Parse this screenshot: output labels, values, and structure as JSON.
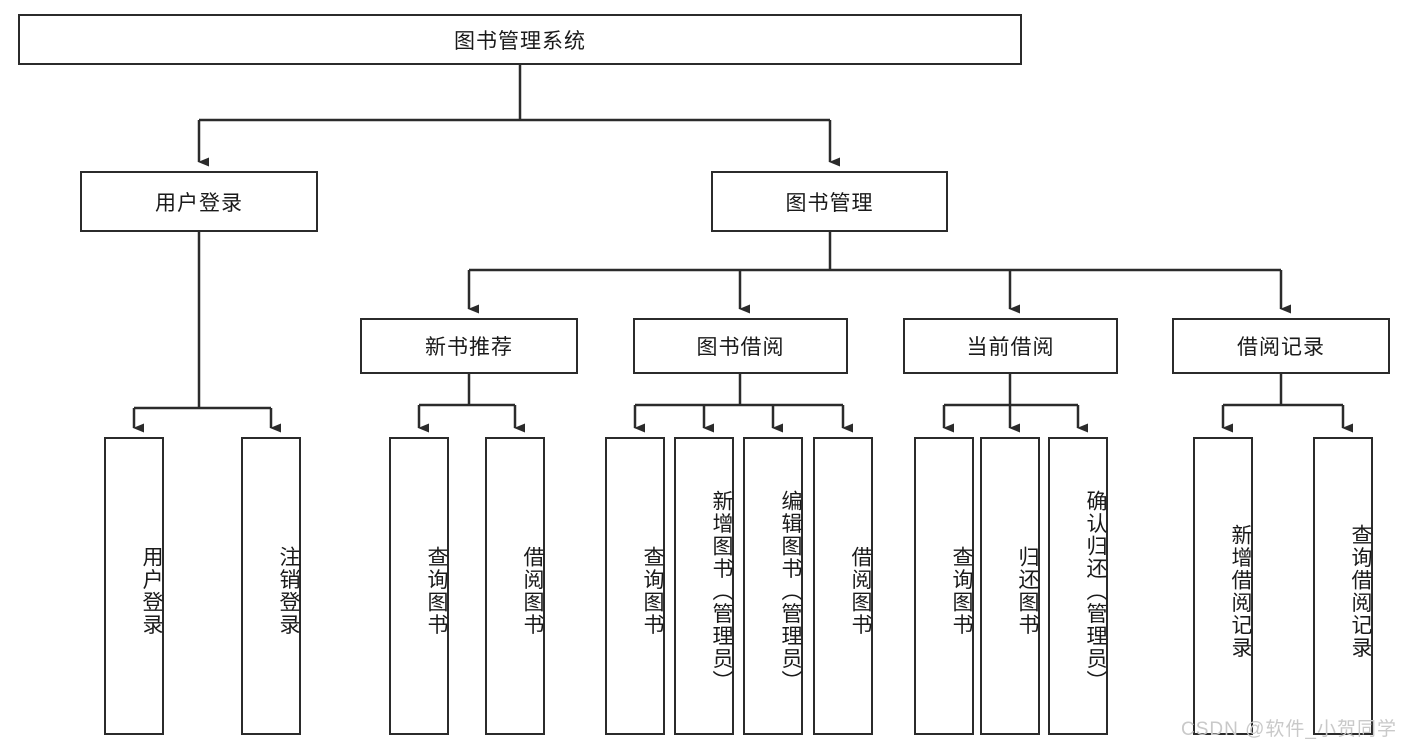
{
  "diagram": {
    "title": "图书管理系统",
    "type": "function-tree",
    "stroke_color": "#2b2b2b",
    "background_color": "#ffffff",
    "text_color": "#1a1a1a",
    "watermark": "CSDN @软件_小贺同学",
    "watermark_color": "#c9c9c9"
  },
  "nodes": {
    "root": {
      "label": "图书管理系统",
      "level": 1,
      "orientation": "horizontal"
    },
    "level2": [
      {
        "id": "user-login",
        "label": "用户登录",
        "orientation": "horizontal"
      },
      {
        "id": "book-management",
        "label": "图书管理",
        "orientation": "horizontal"
      }
    ],
    "level3": [
      {
        "id": "new-book-recommend",
        "label": "新书推荐",
        "orientation": "horizontal",
        "parent": "book-management"
      },
      {
        "id": "book-borrow",
        "label": "图书借阅",
        "orientation": "horizontal",
        "parent": "book-management"
      },
      {
        "id": "current-borrow",
        "label": "当前借阅",
        "orientation": "horizontal",
        "parent": "book-management"
      },
      {
        "id": "borrow-record",
        "label": "借阅记录",
        "orientation": "horizontal",
        "parent": "book-management"
      }
    ],
    "leaves": [
      {
        "id": "leaf-user-login",
        "label": "用户登录",
        "parent": "user-login"
      },
      {
        "id": "leaf-user-logout",
        "label": "注销登录",
        "parent": "user-login"
      },
      {
        "id": "leaf-query-book-1",
        "label": "查询图书",
        "parent": "new-book-recommend"
      },
      {
        "id": "leaf-borrow-book-1",
        "label": "借阅图书",
        "parent": "new-book-recommend"
      },
      {
        "id": "leaf-query-book-2",
        "label": "查询图书",
        "parent": "book-borrow"
      },
      {
        "id": "leaf-add-book",
        "label": "新增图书（管理员）",
        "parent": "book-borrow"
      },
      {
        "id": "leaf-edit-book",
        "label": "编辑图书（管理员）",
        "parent": "book-borrow"
      },
      {
        "id": "leaf-borrow-book-2",
        "label": "借阅图书",
        "parent": "book-borrow"
      },
      {
        "id": "leaf-query-book-3",
        "label": "查询图书",
        "parent": "current-borrow"
      },
      {
        "id": "leaf-return-book",
        "label": "归还图书",
        "parent": "current-borrow"
      },
      {
        "id": "leaf-confirm-return",
        "label": "确认归还（管理员）",
        "parent": "current-borrow"
      },
      {
        "id": "leaf-add-record",
        "label": "新增借阅记录",
        "parent": "borrow-record"
      },
      {
        "id": "leaf-query-record",
        "label": "查询借阅记录",
        "parent": "borrow-record"
      }
    ]
  }
}
